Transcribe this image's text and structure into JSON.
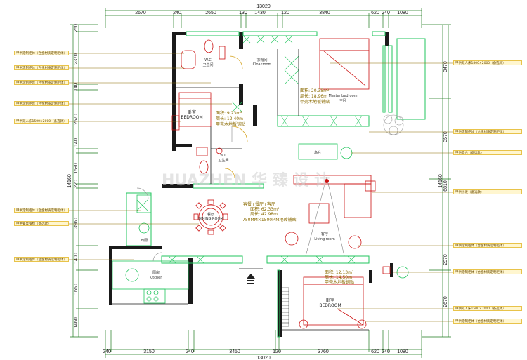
{
  "dimensions": {
    "top_total": "13020",
    "top": [
      "2670",
      "240",
      "2650",
      "130",
      "1430",
      "120",
      "3840",
      "620",
      "240",
      "1080"
    ],
    "bottom_total": "13020",
    "bottom": [
      "240",
      "3150",
      "240",
      "3450",
      "120",
      "3760",
      "620",
      "240",
      "1080"
    ],
    "left_total": "14160",
    "left": [
      "260",
      "2370",
      "140",
      "2570",
      "140",
      "1590",
      "220",
      "3960",
      "1400",
      "1650",
      "1460"
    ],
    "right_total": "14160",
    "right": [
      "3470",
      "3570",
      "6810",
      "2070",
      "2670"
    ]
  },
  "rooms": {
    "wc_top": {
      "en": "W.C",
      "zh": "卫生间"
    },
    "cloakroom": {
      "zh": "衣帽间",
      "en": "Cloakroom"
    },
    "master": {
      "en": "Master bedroom",
      "zh": "主卧",
      "area": "面积: 20.35m²",
      "perimeter": "周长: 18.96m",
      "floor": "甲壳木地板铺贴"
    },
    "bedroom2": {
      "zh": "卧室",
      "en": "BEDROOM",
      "area": "面积: 9.23m²",
      "perimeter": "周长: 12.40m",
      "floor": "甲壳木地板铺贴"
    },
    "wc_mid": {
      "en": "W.C",
      "zh": "卫生间"
    },
    "island": {
      "zh": "岛台"
    },
    "dining": {
      "zh": "餐厅",
      "en": "DINING ROOM"
    },
    "living_info": {
      "name": "客餐+餐厅+客厅",
      "area": "面积: 62.33m²",
      "perimeter": "周长: 42.98m",
      "tile": "750MM×1500MM地砖铺贴"
    },
    "living": {
      "zh": "客厅",
      "en": "Living room"
    },
    "west_kitchen": {
      "zh": "西厨"
    },
    "kitchen": {
      "zh": "厨房",
      "en": "Kitchen"
    },
    "bedroom3": {
      "zh": "卧室",
      "en": "BEDROOM",
      "area": "面积: 12.13m²",
      "perimeter": "周长: 14.50m",
      "floor": "甲壳木地板铺贴"
    }
  },
  "callouts": {
    "left": [
      "甲供定制柜体（合金材质定制柜体）",
      "甲供定制柜体（合金材质定制柜体）",
      "甲供定制柜体（合金材质定制柜体）",
      "甲供定制柜体（合金材质定制柜体）",
      "甲供双人床1500×2000（备选款）",
      "甲供定制柜体（合金材质定制柜体）",
      "甲供餐桌餐椅（备选款）",
      "甲供定制柜体（合金材质定制柜体）"
    ],
    "right": [
      "甲供双人床1800×2000（备选款）",
      "甲供定制柜体（合金材质定制柜体）",
      "甲供岛台（备选款）",
      "甲供沙发（备选款）",
      "甲供定制柜体（合金材质定制柜体）",
      "甲供定制柜体（合金材质定制柜体）",
      "甲供双人床1500×2000（备选款）",
      "甲供定制柜体（合金材质定制柜体）"
    ]
  },
  "watermark": "HUAZHEN 华 臻 设 计",
  "colors": {
    "wall": "#1a1a1a",
    "window": "#22c55e",
    "dimension": "#1e7a1e",
    "furniture": "#cc1111",
    "callout_box": "#e8c34a",
    "callout_line": "#8a6a00"
  }
}
